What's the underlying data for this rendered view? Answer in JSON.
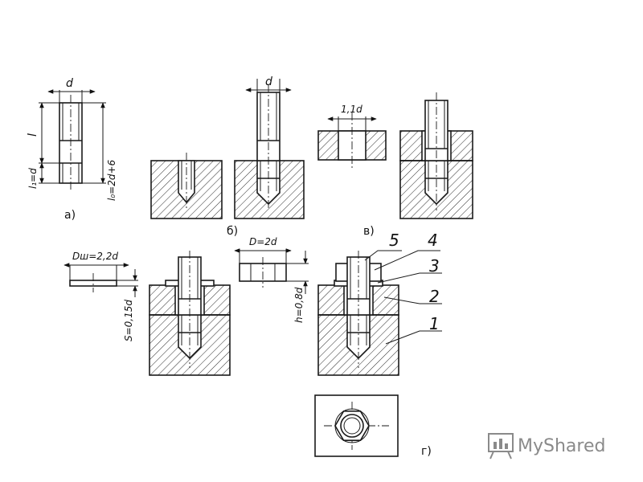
{
  "captions": {
    "a": "а)",
    "b": "б)",
    "v": "в)",
    "g": "г)"
  },
  "dims": {
    "a_d": "d",
    "a_l": "l",
    "a_l1": "l₁=d",
    "a_l0": "l₀=2d+6",
    "b_d": "d",
    "v_d": "1,1d",
    "washer_D": "Dш=2,2d",
    "washer_S": "S=0,15d",
    "nut_D": "D=2d",
    "nut_h": "h=0,8d"
  },
  "parts": [
    "1",
    "2",
    "3",
    "4",
    "5"
  ],
  "watermark": {
    "text": "MyShared",
    "icon": "presentation-board-icon"
  }
}
